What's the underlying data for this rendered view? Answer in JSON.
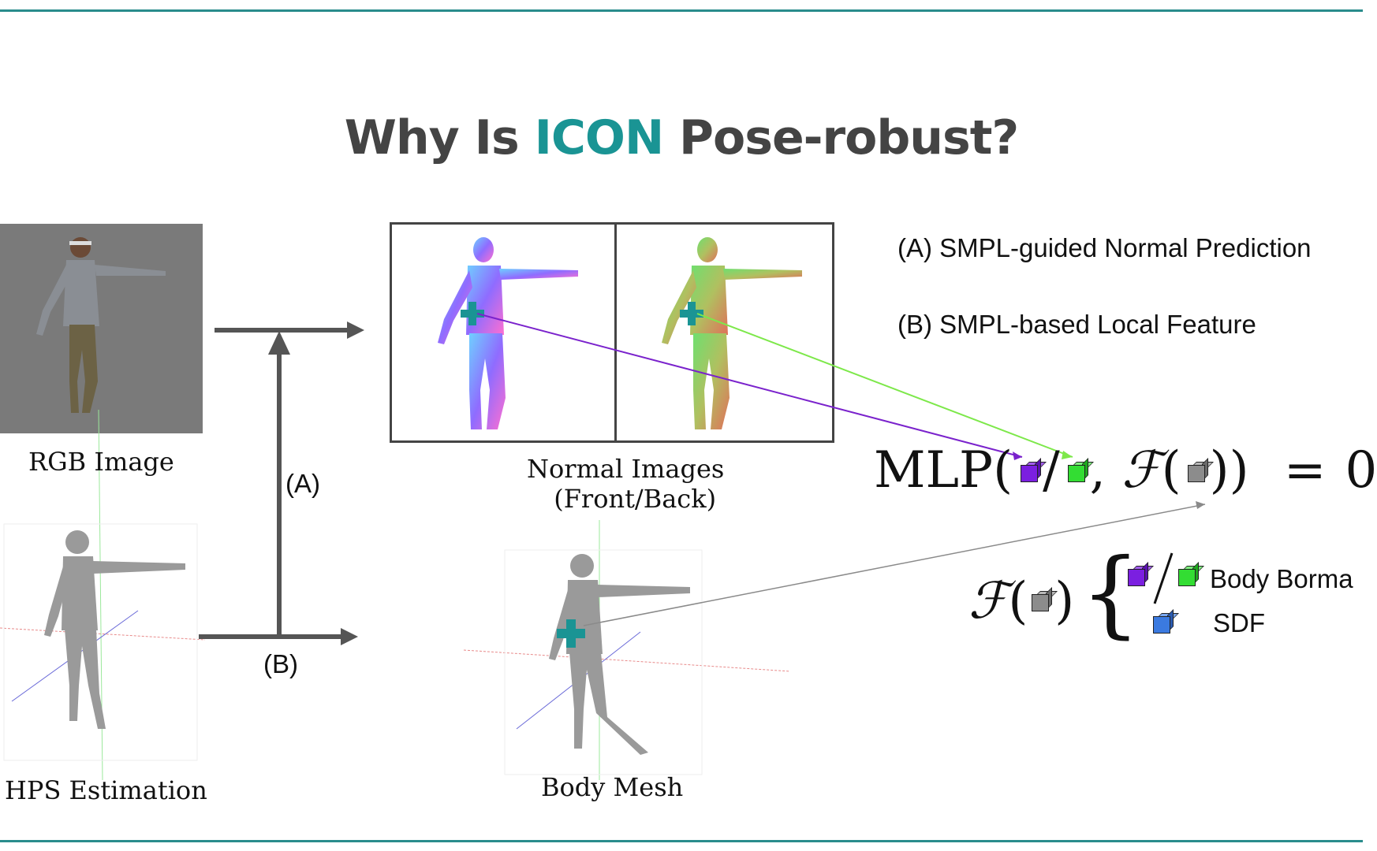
{
  "title": {
    "prefix": "Why Is ",
    "accent": "ICON",
    "suffix": " Pose-robust?"
  },
  "captions": {
    "rgb": "RGB Image",
    "hps": "HPS Estimation",
    "normal_line1": "Normal Images",
    "normal_line2": "(Front/Back)",
    "body_mesh": "Body Mesh"
  },
  "arrow_labels": {
    "a": "(A)",
    "b": "(B)"
  },
  "legend": {
    "a": "(A) SMPL-guided Normal Prediction",
    "b": "(B) SMPL-based Local Feature"
  },
  "equation": {
    "mlp": "MLP(",
    "slash": "/",
    "comma": ",",
    "f": "ℱ",
    "open": "(",
    "close": "))",
    "equals": "=",
    "zero": "0"
  },
  "feature_def": {
    "f": "ℱ",
    "body_label": "Body Borma",
    "sdf_label": "SDF"
  },
  "colors": {
    "accent": "#1a9494",
    "rule": "#2a8c8c",
    "cube_purple": "#7b1fe0",
    "cube_green": "#33dd33",
    "cube_gray": "#8c8c8c",
    "cube_blue": "#3b7ae0",
    "arrow_purple": "#7a22cc",
    "arrow_green": "#7de84a",
    "arrow_gray": "#8a8a8a",
    "cross": "#1a9494"
  }
}
